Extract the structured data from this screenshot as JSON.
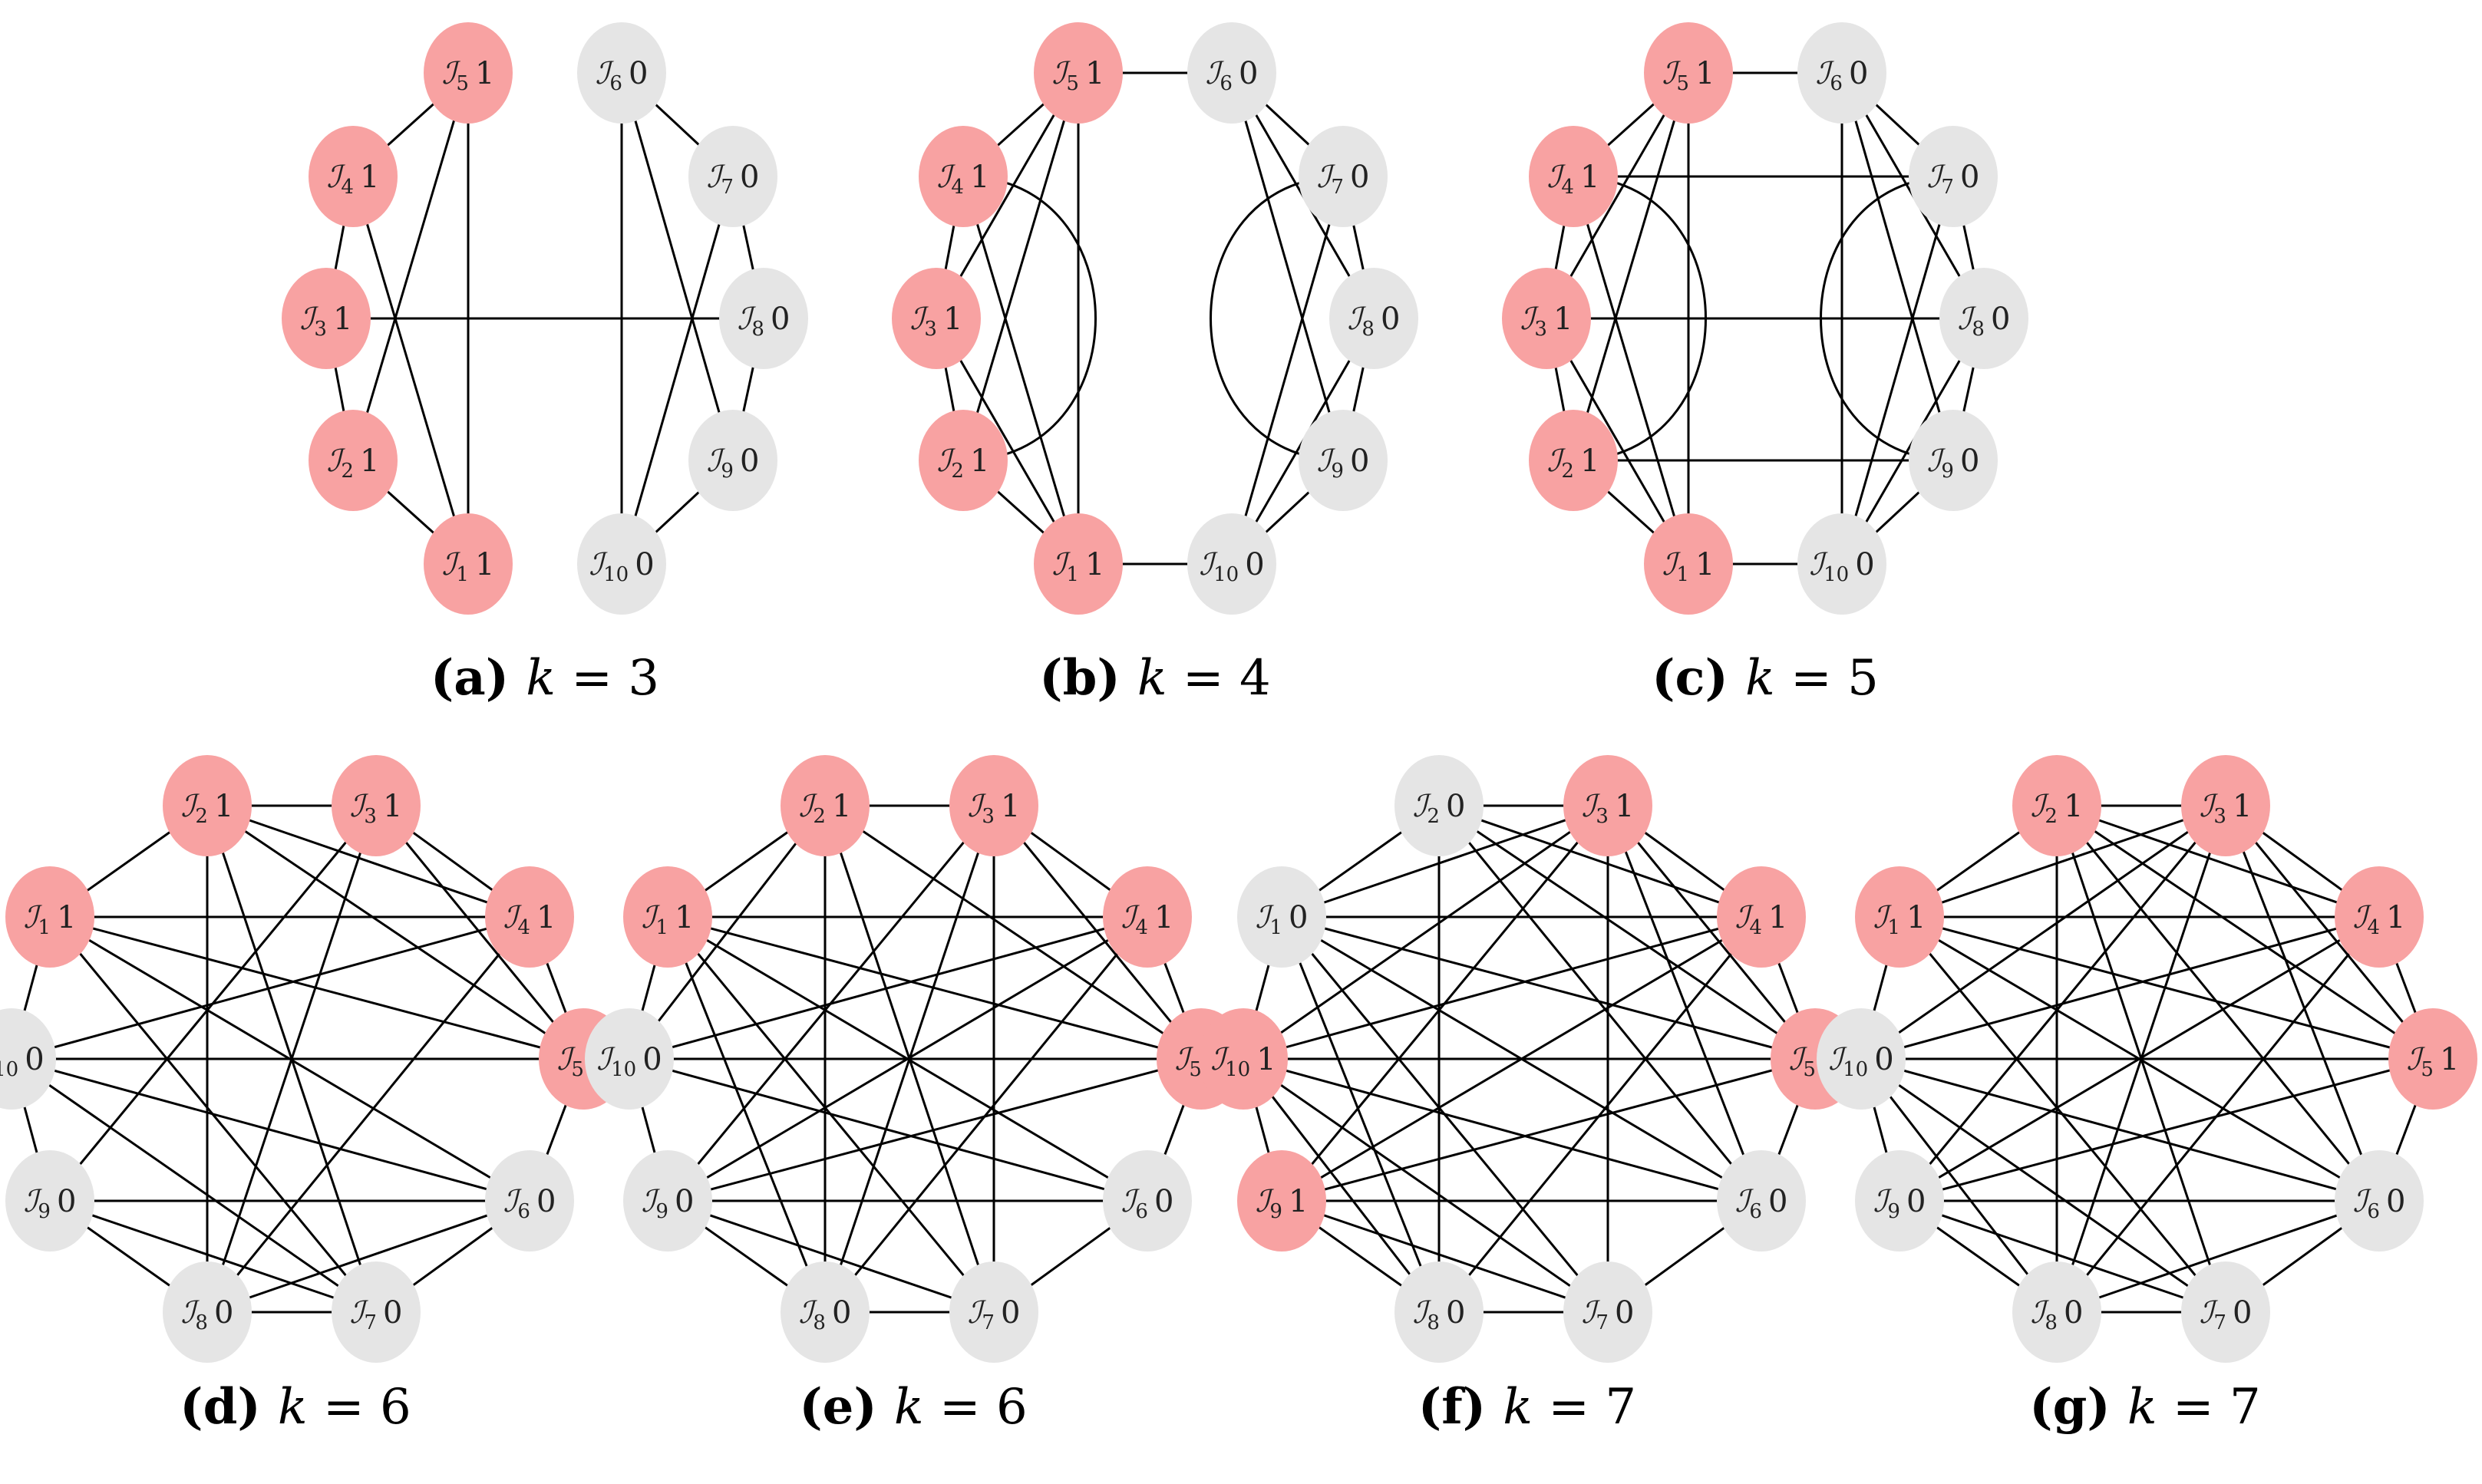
{
  "colors": {
    "active": "#f8a2a2",
    "inactive": "#e5e5e5",
    "edge": "#000000"
  },
  "symbol": "ℐ",
  "panels": [
    {
      "id": "a",
      "caption_letter": "(a)",
      "caption_var": "k",
      "caption_rel": " = ",
      "caption_value": "3",
      "layout": "semicircle",
      "nodes": [
        {
          "index": "1",
          "value": "1",
          "active": true
        },
        {
          "index": "2",
          "value": "1",
          "active": true
        },
        {
          "index": "3",
          "value": "1",
          "active": true
        },
        {
          "index": "4",
          "value": "1",
          "active": true
        },
        {
          "index": "5",
          "value": "1",
          "active": true
        },
        {
          "index": "6",
          "value": "0",
          "active": false
        },
        {
          "index": "7",
          "value": "0",
          "active": false
        },
        {
          "index": "8",
          "value": "0",
          "active": false
        },
        {
          "index": "9",
          "value": "0",
          "active": false
        },
        {
          "index": "10",
          "value": "0",
          "active": false
        }
      ],
      "edges": [
        [
          5,
          4
        ],
        [
          4,
          3
        ],
        [
          3,
          2
        ],
        [
          2,
          1
        ],
        [
          5,
          1
        ],
        [
          5,
          2
        ],
        [
          4,
          1
        ],
        [
          3,
          8
        ],
        [
          6,
          7
        ],
        [
          7,
          8
        ],
        [
          8,
          9
        ],
        [
          9,
          10
        ],
        [
          6,
          10
        ],
        [
          6,
          9
        ],
        [
          7,
          10
        ]
      ],
      "arcs": []
    },
    {
      "id": "b",
      "caption_letter": "(b)",
      "caption_var": "k",
      "caption_rel": " = ",
      "caption_value": "4",
      "layout": "semicircle",
      "nodes": [
        {
          "index": "1",
          "value": "1",
          "active": true
        },
        {
          "index": "2",
          "value": "1",
          "active": true
        },
        {
          "index": "3",
          "value": "1",
          "active": true
        },
        {
          "index": "4",
          "value": "1",
          "active": true
        },
        {
          "index": "5",
          "value": "1",
          "active": true
        },
        {
          "index": "6",
          "value": "0",
          "active": false
        },
        {
          "index": "7",
          "value": "0",
          "active": false
        },
        {
          "index": "8",
          "value": "0",
          "active": false
        },
        {
          "index": "9",
          "value": "0",
          "active": false
        },
        {
          "index": "10",
          "value": "0",
          "active": false
        }
      ],
      "edges": [
        [
          5,
          4
        ],
        [
          4,
          3
        ],
        [
          3,
          2
        ],
        [
          2,
          1
        ],
        [
          5,
          6
        ],
        [
          1,
          10
        ],
        [
          5,
          3
        ],
        [
          5,
          2
        ],
        [
          5,
          1
        ],
        [
          4,
          1
        ],
        [
          3,
          1
        ],
        [
          6,
          7
        ],
        [
          7,
          8
        ],
        [
          8,
          9
        ],
        [
          9,
          10
        ],
        [
          6,
          8
        ],
        [
          6,
          9
        ],
        [
          7,
          10
        ],
        [
          8,
          10
        ]
      ],
      "arcs": [
        [
          4,
          2,
          "left"
        ],
        [
          7,
          9,
          "right"
        ]
      ]
    },
    {
      "id": "c",
      "caption_letter": "(c)",
      "caption_var": "k",
      "caption_rel": " = ",
      "caption_value": "5",
      "layout": "semicircle",
      "nodes": [
        {
          "index": "1",
          "value": "1",
          "active": true
        },
        {
          "index": "2",
          "value": "1",
          "active": true
        },
        {
          "index": "3",
          "value": "1",
          "active": true
        },
        {
          "index": "4",
          "value": "1",
          "active": true
        },
        {
          "index": "5",
          "value": "1",
          "active": true
        },
        {
          "index": "6",
          "value": "0",
          "active": false
        },
        {
          "index": "7",
          "value": "0",
          "active": false
        },
        {
          "index": "8",
          "value": "0",
          "active": false
        },
        {
          "index": "9",
          "value": "0",
          "active": false
        },
        {
          "index": "10",
          "value": "0",
          "active": false
        }
      ],
      "edges": [
        [
          5,
          4
        ],
        [
          4,
          3
        ],
        [
          3,
          2
        ],
        [
          2,
          1
        ],
        [
          5,
          6
        ],
        [
          1,
          10
        ],
        [
          5,
          3
        ],
        [
          5,
          2
        ],
        [
          5,
          1
        ],
        [
          4,
          1
        ],
        [
          3,
          1
        ],
        [
          4,
          7
        ],
        [
          3,
          8
        ],
        [
          2,
          9
        ],
        [
          6,
          7
        ],
        [
          7,
          8
        ],
        [
          8,
          9
        ],
        [
          9,
          10
        ],
        [
          6,
          8
        ],
        [
          6,
          9
        ],
        [
          6,
          10
        ],
        [
          7,
          10
        ],
        [
          8,
          10
        ]
      ],
      "arcs": [
        [
          4,
          2,
          "left"
        ],
        [
          7,
          9,
          "right"
        ]
      ]
    },
    {
      "id": "d",
      "caption_letter": "(d)",
      "caption_var": "k",
      "caption_rel": " = ",
      "caption_value": "6",
      "layout": "circle",
      "nodes": [
        {
          "index": "1",
          "value": "1",
          "active": true
        },
        {
          "index": "2",
          "value": "1",
          "active": true
        },
        {
          "index": "3",
          "value": "1",
          "active": true
        },
        {
          "index": "4",
          "value": "1",
          "active": true
        },
        {
          "index": "5",
          "value": "1",
          "active": true
        },
        {
          "index": "6",
          "value": "0",
          "active": false
        },
        {
          "index": "7",
          "value": "0",
          "active": false
        },
        {
          "index": "8",
          "value": "0",
          "active": false
        },
        {
          "index": "9",
          "value": "0",
          "active": false
        },
        {
          "index": "10",
          "value": "0",
          "active": false
        }
      ],
      "edges": [
        [
          1,
          2
        ],
        [
          2,
          3
        ],
        [
          3,
          4
        ],
        [
          4,
          5
        ],
        [
          5,
          6
        ],
        [
          6,
          7
        ],
        [
          7,
          8
        ],
        [
          8,
          9
        ],
        [
          9,
          10
        ],
        [
          10,
          1
        ],
        [
          1,
          4
        ],
        [
          1,
          5
        ],
        [
          1,
          6
        ],
        [
          1,
          7
        ],
        [
          2,
          4
        ],
        [
          2,
          5
        ],
        [
          2,
          7
        ],
        [
          2,
          8
        ],
        [
          3,
          5
        ],
        [
          3,
          8
        ],
        [
          3,
          9
        ],
        [
          4,
          10
        ],
        [
          4,
          8
        ],
        [
          10,
          5
        ],
        [
          10,
          6
        ],
        [
          10,
          7
        ],
        [
          9,
          6
        ],
        [
          9,
          7
        ],
        [
          8,
          6
        ]
      ],
      "arcs": []
    },
    {
      "id": "e",
      "caption_letter": "(e)",
      "caption_var": "k",
      "caption_rel": " = ",
      "caption_value": "6",
      "layout": "circle",
      "nodes": [
        {
          "index": "1",
          "value": "1",
          "active": true
        },
        {
          "index": "2",
          "value": "1",
          "active": true
        },
        {
          "index": "3",
          "value": "1",
          "active": true
        },
        {
          "index": "4",
          "value": "1",
          "active": true
        },
        {
          "index": "5",
          "value": "1",
          "active": true
        },
        {
          "index": "6",
          "value": "0",
          "active": false
        },
        {
          "index": "7",
          "value": "0",
          "active": false
        },
        {
          "index": "8",
          "value": "0",
          "active": false
        },
        {
          "index": "9",
          "value": "0",
          "active": false
        },
        {
          "index": "10",
          "value": "0",
          "active": false
        }
      ],
      "edges": [
        [
          1,
          2
        ],
        [
          2,
          3
        ],
        [
          3,
          4
        ],
        [
          4,
          5
        ],
        [
          5,
          6
        ],
        [
          6,
          7
        ],
        [
          7,
          8
        ],
        [
          8,
          9
        ],
        [
          9,
          10
        ],
        [
          10,
          1
        ],
        [
          1,
          4
        ],
        [
          1,
          5
        ],
        [
          1,
          6
        ],
        [
          1,
          7
        ],
        [
          1,
          8
        ],
        [
          2,
          5
        ],
        [
          2,
          7
        ],
        [
          2,
          8
        ],
        [
          3,
          5
        ],
        [
          3,
          8
        ],
        [
          3,
          9
        ],
        [
          3,
          7
        ],
        [
          4,
          10
        ],
        [
          4,
          9
        ],
        [
          4,
          8
        ],
        [
          10,
          5
        ],
        [
          10,
          6
        ],
        [
          9,
          5
        ],
        [
          9,
          6
        ],
        [
          9,
          7
        ],
        [
          2,
          10
        ]
      ],
      "arcs": []
    },
    {
      "id": "f",
      "caption_letter": "(f)",
      "caption_var": "k",
      "caption_rel": " = ",
      "caption_value": "7",
      "layout": "circle",
      "nodes": [
        {
          "index": "1",
          "value": "0",
          "active": false
        },
        {
          "index": "2",
          "value": "0",
          "active": false
        },
        {
          "index": "3",
          "value": "1",
          "active": true
        },
        {
          "index": "4",
          "value": "1",
          "active": true
        },
        {
          "index": "5",
          "value": "1",
          "active": true
        },
        {
          "index": "6",
          "value": "0",
          "active": false
        },
        {
          "index": "7",
          "value": "0",
          "active": false
        },
        {
          "index": "8",
          "value": "0",
          "active": false
        },
        {
          "index": "9",
          "value": "1",
          "active": true
        },
        {
          "index": "10",
          "value": "1",
          "active": true
        }
      ],
      "edges": [
        [
          1,
          2
        ],
        [
          2,
          3
        ],
        [
          3,
          4
        ],
        [
          4,
          5
        ],
        [
          5,
          6
        ],
        [
          6,
          7
        ],
        [
          7,
          8
        ],
        [
          8,
          9
        ],
        [
          9,
          10
        ],
        [
          10,
          1
        ],
        [
          1,
          3
        ],
        [
          1,
          4
        ],
        [
          1,
          5
        ],
        [
          1,
          6
        ],
        [
          1,
          7
        ],
        [
          2,
          4
        ],
        [
          2,
          5
        ],
        [
          2,
          6
        ],
        [
          2,
          8
        ],
        [
          3,
          5
        ],
        [
          3,
          6
        ],
        [
          3,
          7
        ],
        [
          3,
          9
        ],
        [
          3,
          10
        ],
        [
          4,
          9
        ],
        [
          4,
          10
        ],
        [
          4,
          8
        ],
        [
          5,
          9
        ],
        [
          5,
          10
        ],
        [
          6,
          10
        ],
        [
          6,
          9
        ],
        [
          7,
          10
        ],
        [
          7,
          9
        ],
        [
          8,
          10
        ],
        [
          1,
          8
        ]
      ],
      "arcs": []
    },
    {
      "id": "g",
      "caption_letter": "(g)",
      "caption_var": "k",
      "caption_rel": " = ",
      "caption_value": "7",
      "layout": "circle",
      "nodes": [
        {
          "index": "1",
          "value": "1",
          "active": true
        },
        {
          "index": "2",
          "value": "1",
          "active": true
        },
        {
          "index": "3",
          "value": "1",
          "active": true
        },
        {
          "index": "4",
          "value": "1",
          "active": true
        },
        {
          "index": "5",
          "value": "1",
          "active": true
        },
        {
          "index": "6",
          "value": "0",
          "active": false
        },
        {
          "index": "7",
          "value": "0",
          "active": false
        },
        {
          "index": "8",
          "value": "0",
          "active": false
        },
        {
          "index": "9",
          "value": "0",
          "active": false
        },
        {
          "index": "10",
          "value": "0",
          "active": false
        }
      ],
      "edges": [
        [
          1,
          2
        ],
        [
          2,
          3
        ],
        [
          3,
          4
        ],
        [
          4,
          5
        ],
        [
          5,
          6
        ],
        [
          6,
          7
        ],
        [
          7,
          8
        ],
        [
          8,
          9
        ],
        [
          9,
          10
        ],
        [
          10,
          1
        ],
        [
          1,
          3
        ],
        [
          1,
          4
        ],
        [
          1,
          5
        ],
        [
          1,
          6
        ],
        [
          1,
          7
        ],
        [
          2,
          4
        ],
        [
          2,
          5
        ],
        [
          2,
          6
        ],
        [
          2,
          7
        ],
        [
          2,
          8
        ],
        [
          3,
          5
        ],
        [
          3,
          6
        ],
        [
          3,
          8
        ],
        [
          3,
          9
        ],
        [
          3,
          10
        ],
        [
          4,
          9
        ],
        [
          4,
          10
        ],
        [
          4,
          8
        ],
        [
          5,
          9
        ],
        [
          5,
          10
        ],
        [
          6,
          10
        ],
        [
          6,
          9
        ],
        [
          7,
          10
        ],
        [
          7,
          9
        ],
        [
          8,
          10
        ],
        [
          8,
          6
        ]
      ],
      "arcs": []
    }
  ]
}
